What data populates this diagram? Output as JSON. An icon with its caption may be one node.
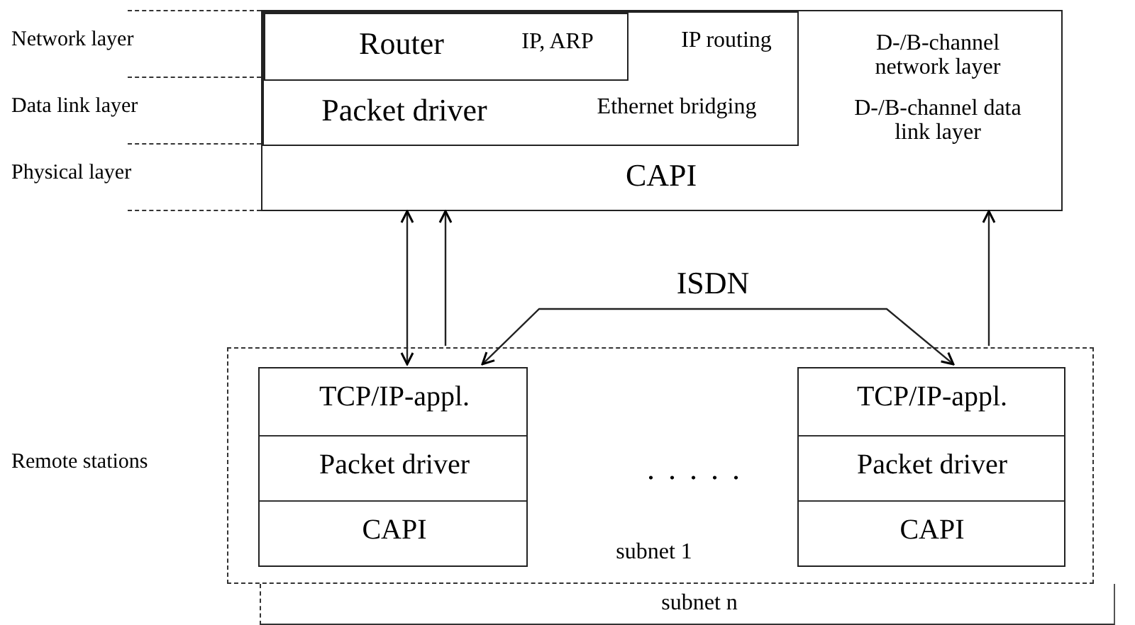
{
  "diagram": {
    "nodes": [
      {
        "text": [
          "D-/B-channel network layer",
          "D-/B-channel data link layer",
          "CAPI"
        ]
      },
      {
        "text": [
          "IP routing",
          "Packet driver",
          "Ethernet bridging"
        ],
        "in": 0
      },
      {
        "text": [
          "Router",
          "IP, ARP"
        ],
        "in": 1
      },
      {
        "text": [
          "subnet 1"
        ]
      },
      {
        "text": [
          "subnet n"
        ]
      },
      {
        "text": [
          "TCP/IP-appl.",
          "Packet driver",
          "CAPI"
        ],
        "in": 3
      },
      {
        "text": [
          "TCP/IP-appl.",
          "Packet driver",
          "CAPI"
        ],
        "in": 3
      }
    ],
    "edges": [
      {
        "from": 5,
        "to": 0,
        "arrow": "both"
      },
      {
        "from": 3,
        "to": 0,
        "arrow": "to"
      },
      {
        "from": 5,
        "to": 6,
        "arrow": "both",
        "label": "ISDN"
      },
      {
        "from": 3,
        "to": 0,
        "arrow": "to"
      }
    ],
    "labels": [
      "Network layer",
      "Data link layer",
      "Physical layer",
      "Remote stations",
      ". . . . ."
    ]
  }
}
